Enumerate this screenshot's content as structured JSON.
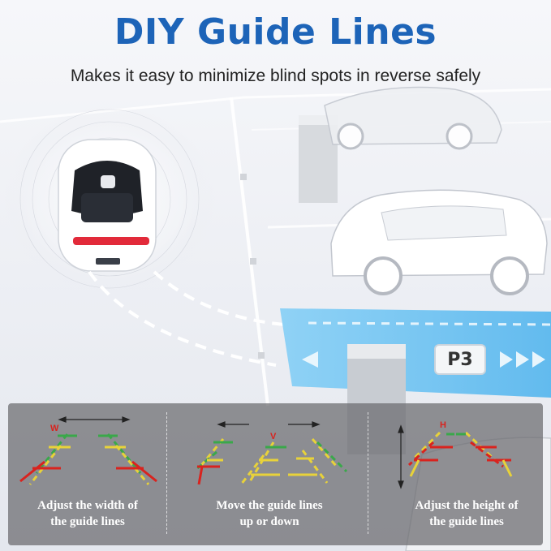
{
  "header": {
    "title": "DIY Guide Lines",
    "subtitle": "Makes it easy to minimize blind spots in reverse safely"
  },
  "parking": {
    "spot_label": "P3"
  },
  "features": [
    {
      "marker": "W",
      "caption_line1": "Adjust the width of",
      "caption_line2": "the guide lines"
    },
    {
      "marker": "V",
      "caption_line1": "Move the guide lines",
      "caption_line2": "up or down"
    },
    {
      "marker": "H",
      "caption_line1": "Adjust the height of",
      "caption_line2": "the guide lines"
    }
  ],
  "colors": {
    "title_blue": "#1d64b8",
    "guide_red": "#d9231e",
    "guide_yellow": "#e8d23a",
    "guide_green": "#3aa84a",
    "parking_blue": "#5bb8ee"
  }
}
